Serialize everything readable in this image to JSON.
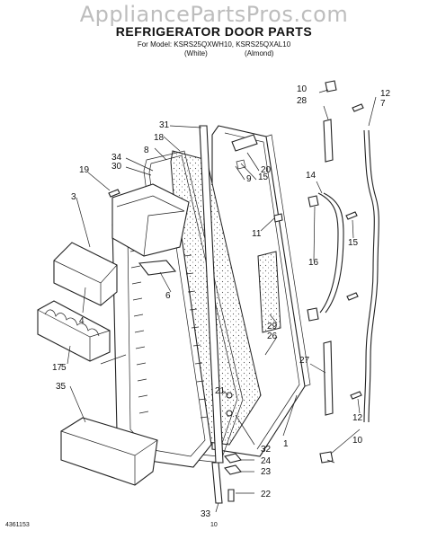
{
  "watermark": "AppliancePartsPros.com",
  "title": "REFRIGERATOR DOOR PARTS",
  "model_line": "For Model: KSRS25QXWH10, KSRS25QXAL10",
  "color_white": "(White)",
  "color_almond": "(Almond)",
  "doc_number": "4361153",
  "page_number": "10",
  "callouts": [
    "1",
    "3",
    "4",
    "5",
    "6",
    "7",
    "8",
    "9",
    "10",
    "10",
    "11",
    "12",
    "12",
    "14",
    "15",
    "15",
    "16",
    "17",
    "18",
    "19",
    "20",
    "21",
    "22",
    "23",
    "24",
    "26",
    "27",
    "28",
    "29",
    "30",
    "31",
    "32",
    "33",
    "34",
    "35"
  ]
}
